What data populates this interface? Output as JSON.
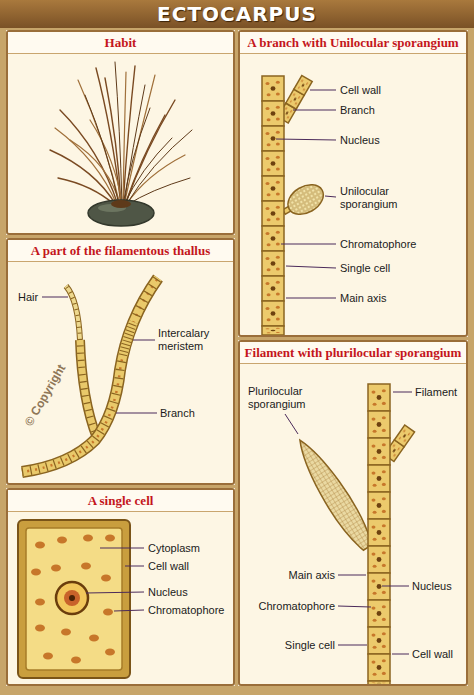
{
  "diagram": {
    "title": "ECTOCARPUS",
    "nodes": [
      {
        "text": [
          "Habit"
        ]
      },
      {
        "text": [
          "A part of the filamentous thallus"
        ]
      },
      {
        "text": [
          "A single cell"
        ]
      },
      {
        "text": [
          "A branch with Unilocular sporangium"
        ]
      },
      {
        "text": [
          "Filament with plurilocular sporangium"
        ]
      }
    ],
    "labels": [
      "Hair",
      "Intercalary meristem",
      "Branch",
      "© Copyright",
      "Cytoplasm",
      "Cell wall",
      "Nucleus",
      "Chromatophore",
      "Cell wall",
      "Branch",
      "Nucleus",
      "Unilocular sporangium",
      "Chromatophore",
      "Single cell",
      "Main axis",
      "Plurilocular sporangium",
      "Filament",
      "Main axis",
      "Nucleus",
      "Chromatophore",
      "Single cell",
      "Cell wall"
    ]
  }
}
